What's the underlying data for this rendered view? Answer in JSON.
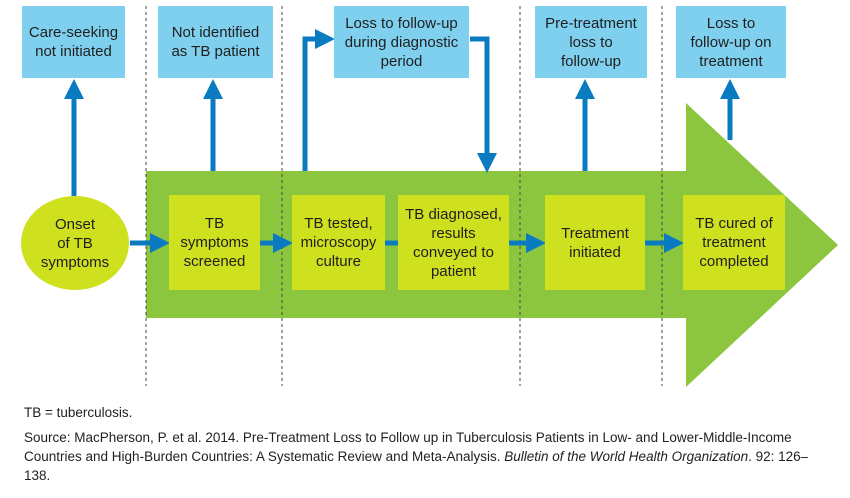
{
  "colors": {
    "big_arrow": "#8cc63f",
    "stage_box": "#cfe01e",
    "loss_box": "#7fd0ee",
    "connector": "#0a7bc0",
    "divider": "#444444"
  },
  "loss_boxes": [
    {
      "id": "care-seeking",
      "text": "Care-seeking\nnot initiated"
    },
    {
      "id": "not-identified",
      "text": "Not identified\nas TB patient"
    },
    {
      "id": "diagnostic-loss",
      "text": "Loss to follow-up\nduring diagnostic\nperiod"
    },
    {
      "id": "pretreatment-loss",
      "text": "Pre-treatment\nloss to\nfollow-up"
    },
    {
      "id": "treatment-loss",
      "text": "Loss to\nfollow-up on\ntreatment"
    }
  ],
  "onset": {
    "text": "Onset\nof TB\nsymptoms"
  },
  "stages": [
    {
      "id": "screened",
      "text": "TB\nsymptoms\nscreened"
    },
    {
      "id": "tested",
      "text": "TB tested,\nmicroscopy\nculture"
    },
    {
      "id": "diagnosed",
      "text": "TB diagnosed,\nresults\nconveyed to\npatient"
    },
    {
      "id": "treatment-initiated",
      "text": "Treatment\ninitiated"
    },
    {
      "id": "cured",
      "text": "TB cured of\ntreatment\ncompleted"
    }
  ],
  "footer": {
    "abbreviation": "TB = tuberculosis.",
    "source_prefix": "Source: MacPherson, P.  et al. 2014. Pre-Treatment Loss to Follow up in Tuberculosis Patients in Low- and Lower-Middle-Income Countries and High-Burden Countries: A Systematic Review and Meta-Analysis.",
    "journal": "Bulletin of the World Health Organization",
    "citation_end": ". 92: 126–138."
  }
}
